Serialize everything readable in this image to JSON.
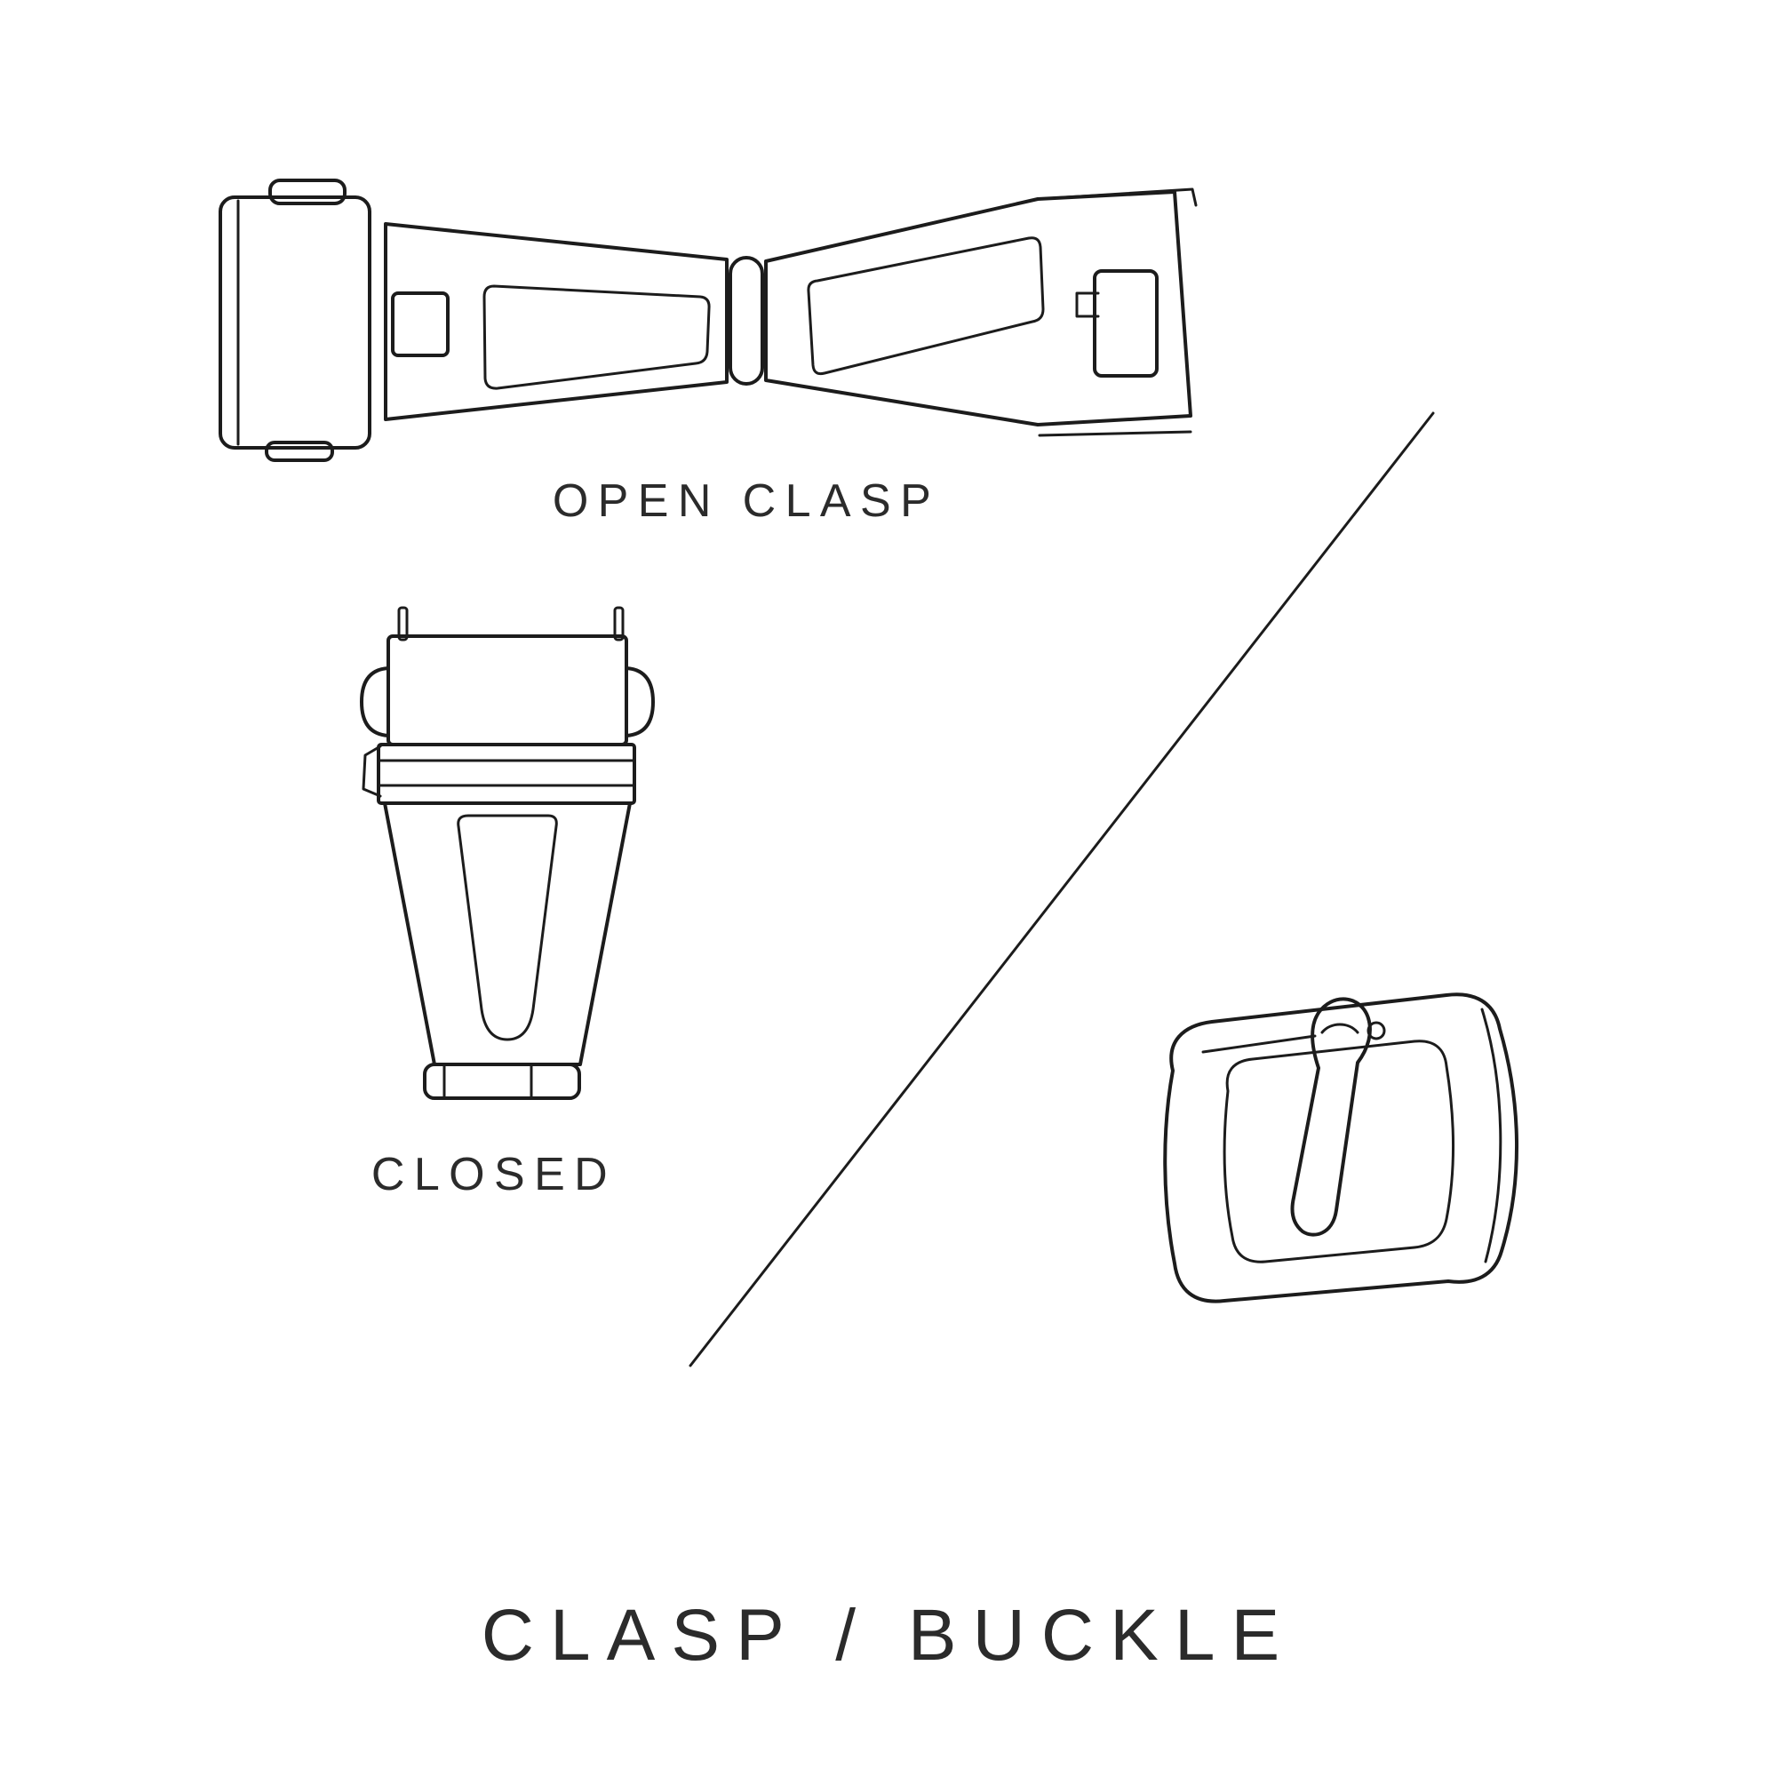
{
  "page": {
    "background_color": "#ffffff",
    "line_color": "#1c1c1c",
    "text_color": "#2b2b2b"
  },
  "diagram": {
    "title": "CLASP / BUCKLE",
    "captions": {
      "open_clasp": "OPEN CLASP",
      "closed_clasp": "CLOSED"
    },
    "drawings": {
      "open_clasp": "open-clasp-top-view",
      "closed_clasp": "closed-clasp-top-view",
      "tang_buckle": "tang-buckle-perspective",
      "divider": "diagonal-divider-line"
    }
  }
}
